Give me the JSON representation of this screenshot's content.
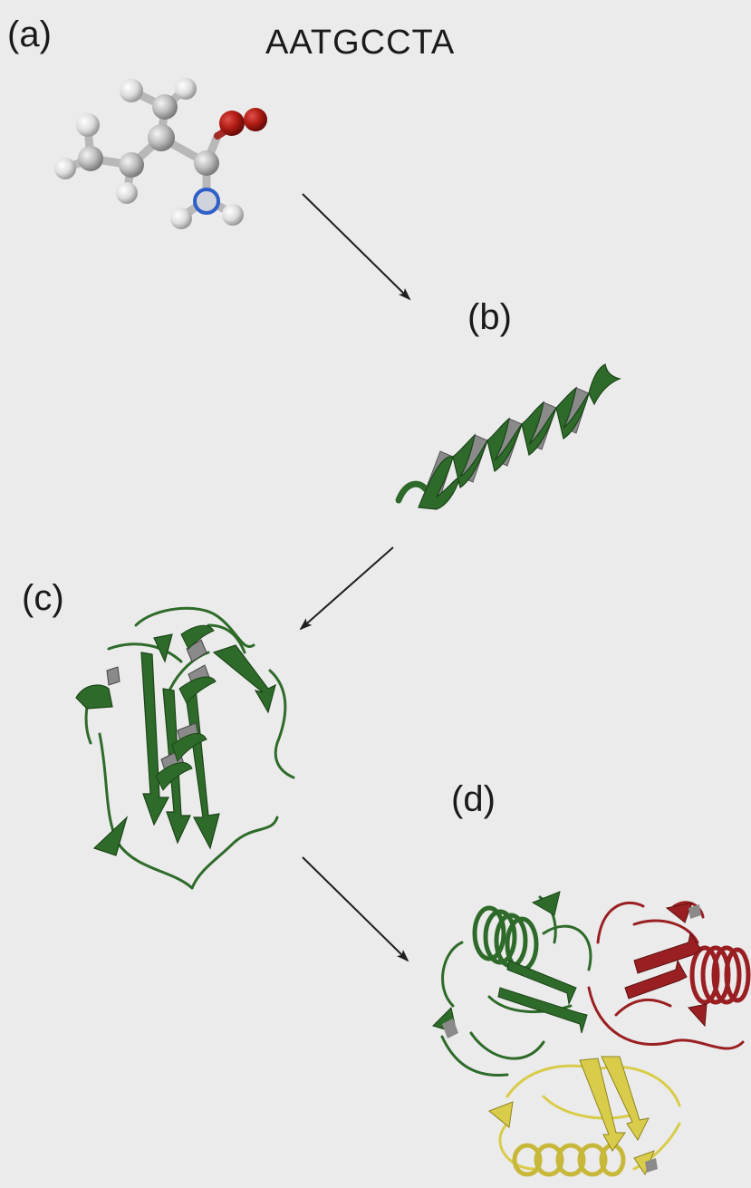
{
  "labels": {
    "a": "(a)",
    "b": "(b)",
    "c": "(c)",
    "d": "(d)"
  },
  "sequence": "AATGCCTA",
  "colors": {
    "background": "#ebebeb",
    "text": "#1a1a1a",
    "atom_carbon": "#cfcfcf",
    "atom_oxygen": "#b01c14",
    "atom_nitrogen": "#2f5fc8",
    "ribbon_green": "#2e6b2a",
    "ribbon_red": "#9a1f22",
    "ribbon_yellow": "#d9cc4a",
    "helix_inner": "#8a8a8a",
    "arrow": "#1f1f1f"
  },
  "panels": [
    {
      "id": "a",
      "icon": "amino-acid-ball-and-stick"
    },
    {
      "id": "b",
      "icon": "alpha-helix-ribbon"
    },
    {
      "id": "c",
      "icon": "folded-protein-ribbon"
    },
    {
      "id": "d",
      "icon": "protein-trimer-ribbon"
    }
  ]
}
